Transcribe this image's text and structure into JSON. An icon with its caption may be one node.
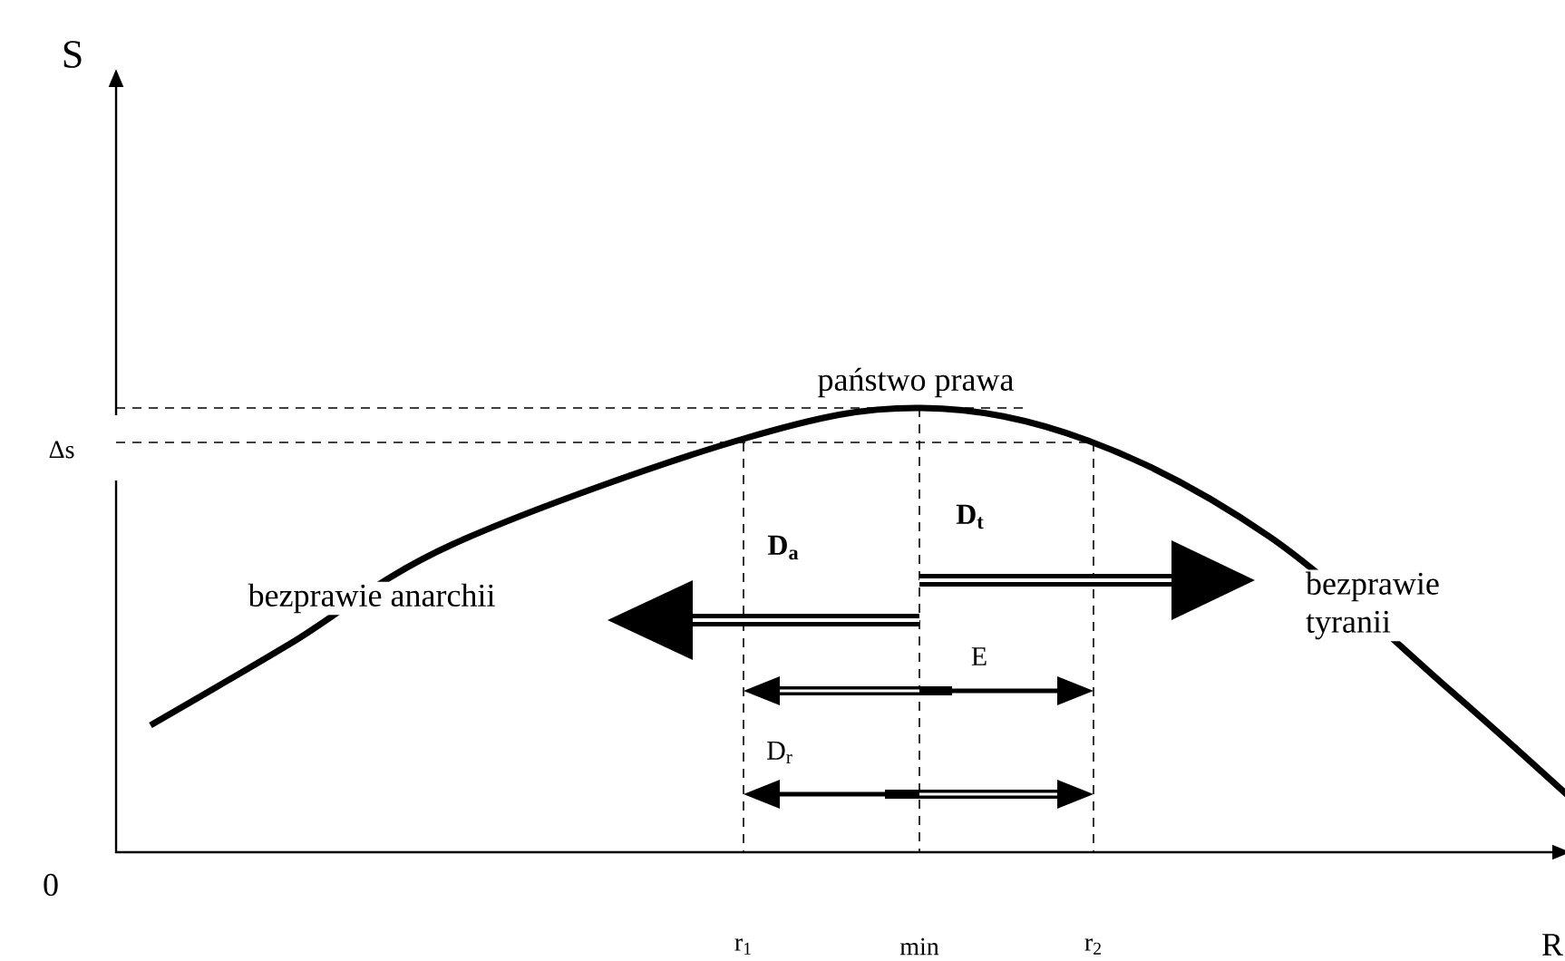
{
  "diagram": {
    "labels": [
      "S",
      "Δs",
      "państwo prawa",
      "D$_{t}$",
      "D$_{a}$",
      "bezprawie anarchii",
      "bezprawie tyranii",
      "E",
      "D$_{r}$",
      "0",
      "r$_{1}$",
      "min",
      "r$_{2}$",
      "R"
    ]
  }
}
